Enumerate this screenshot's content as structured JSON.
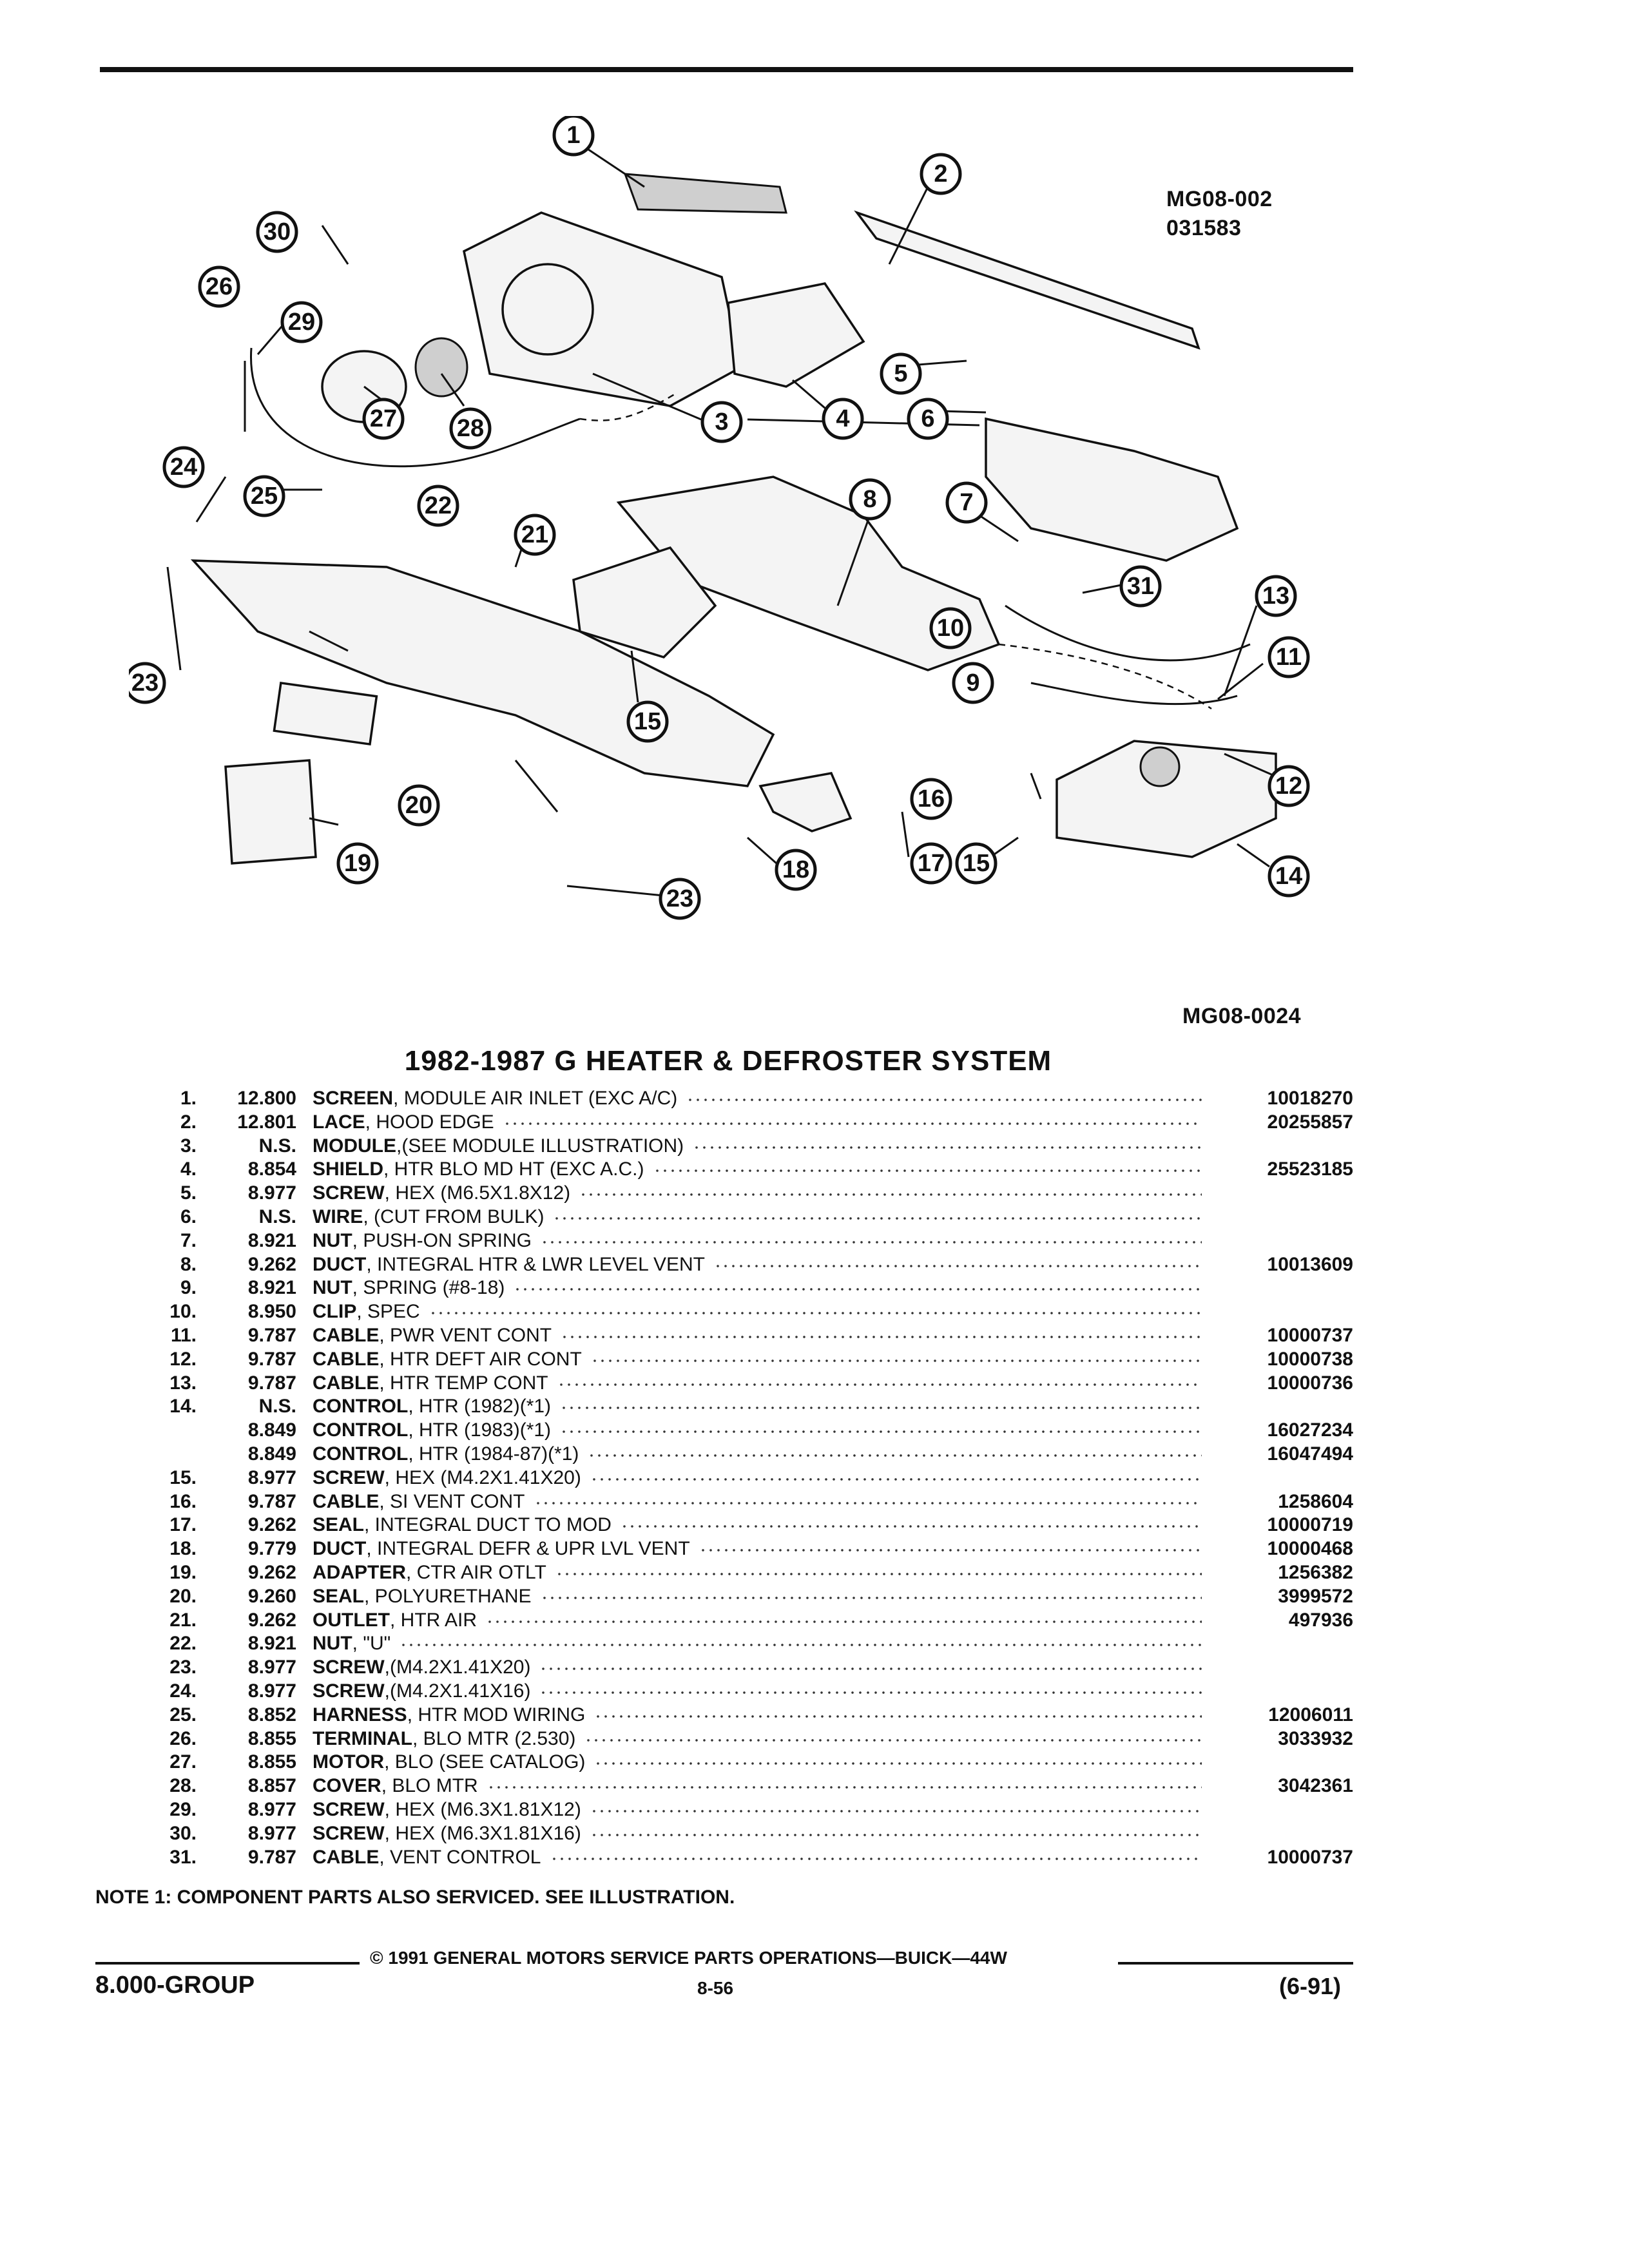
{
  "figure": {
    "id_top": "MG08-002",
    "id_top_date": "031583",
    "id_bottom": "MG08-0024",
    "callouts": [
      "1",
      "2",
      "3",
      "4",
      "5",
      "6",
      "7",
      "8",
      "9",
      "10",
      "11",
      "12",
      "13",
      "14",
      "15",
      "15",
      "16",
      "17",
      "18",
      "19",
      "20",
      "21",
      "22",
      "23",
      "23",
      "24",
      "25",
      "26",
      "27",
      "28",
      "29",
      "30",
      "31"
    ]
  },
  "title": "1982-1987 G HEATER & DEFROSTER SYSTEM",
  "parts": [
    {
      "num": "1.",
      "ref": "12.800",
      "name": "SCREEN",
      "desc": ", MODULE AIR INLET (EXC A/C)",
      "part": "10018270"
    },
    {
      "num": "2.",
      "ref": "12.801",
      "name": "LACE",
      "desc": ", HOOD EDGE",
      "part": "20255857"
    },
    {
      "num": "3.",
      "ref": "N.S.",
      "name": "MODULE",
      "desc": ",(SEE MODULE ILLUSTRATION)",
      "part": ""
    },
    {
      "num": "4.",
      "ref": "8.854",
      "name": "SHIELD",
      "desc": ", HTR BLO MD HT (EXC A.C.)",
      "part": "25523185"
    },
    {
      "num": "5.",
      "ref": "8.977",
      "name": "SCREW",
      "desc": ", HEX (M6.5X1.8X12)",
      "part": ""
    },
    {
      "num": "6.",
      "ref": "N.S.",
      "name": "WIRE",
      "desc": ", (CUT FROM BULK)",
      "part": ""
    },
    {
      "num": "7.",
      "ref": "8.921",
      "name": "NUT",
      "desc": ", PUSH-ON SPRING",
      "part": ""
    },
    {
      "num": "8.",
      "ref": "9.262",
      "name": "DUCT",
      "desc": ", INTEGRAL HTR & LWR LEVEL VENT",
      "part": "10013609"
    },
    {
      "num": "9.",
      "ref": "8.921",
      "name": "NUT",
      "desc": ", SPRING (#8-18)",
      "part": ""
    },
    {
      "num": "10.",
      "ref": "8.950",
      "name": "CLIP",
      "desc": ", SPEC",
      "part": ""
    },
    {
      "num": "11.",
      "ref": "9.787",
      "name": "CABLE",
      "desc": ", PWR VENT CONT",
      "part": "10000737"
    },
    {
      "num": "12.",
      "ref": "9.787",
      "name": "CABLE",
      "desc": ", HTR DEFT AIR CONT",
      "part": "10000738"
    },
    {
      "num": "13.",
      "ref": "9.787",
      "name": "CABLE",
      "desc": ", HTR TEMP CONT",
      "part": "10000736"
    },
    {
      "num": "14.",
      "ref": "N.S.",
      "name": "CONTROL",
      "desc": ", HTR (1982)(*1)",
      "part": ""
    },
    {
      "num": "",
      "ref": "8.849",
      "name": "CONTROL",
      "desc": ", HTR (1983)(*1)",
      "part": "16027234"
    },
    {
      "num": "",
      "ref": "8.849",
      "name": "CONTROL",
      "desc": ", HTR (1984-87)(*1)",
      "part": "16047494"
    },
    {
      "num": "15.",
      "ref": "8.977",
      "name": "SCREW",
      "desc": ", HEX (M4.2X1.41X20)",
      "part": ""
    },
    {
      "num": "16.",
      "ref": "9.787",
      "name": "CABLE",
      "desc": ", SI VENT CONT",
      "part": "1258604"
    },
    {
      "num": "17.",
      "ref": "9.262",
      "name": "SEAL",
      "desc": ", INTEGRAL DUCT TO MOD",
      "part": "10000719"
    },
    {
      "num": "18.",
      "ref": "9.779",
      "name": "DUCT",
      "desc": ", INTEGRAL DEFR & UPR LVL VENT",
      "part": "10000468"
    },
    {
      "num": "19.",
      "ref": "9.262",
      "name": "ADAPTER",
      "desc": ", CTR AIR OTLT",
      "part": "1256382"
    },
    {
      "num": "20.",
      "ref": "9.260",
      "name": "SEAL",
      "desc": ", POLYURETHANE",
      "part": "3999572"
    },
    {
      "num": "21.",
      "ref": "9.262",
      "name": "OUTLET",
      "desc": ", HTR AIR",
      "part": "497936"
    },
    {
      "num": "22.",
      "ref": "8.921",
      "name": "NUT",
      "desc": ", \"U\"",
      "part": ""
    },
    {
      "num": "23.",
      "ref": "8.977",
      "name": "SCREW",
      "desc": ",(M4.2X1.41X20)",
      "part": ""
    },
    {
      "num": "24.",
      "ref": "8.977",
      "name": "SCREW",
      "desc": ",(M4.2X1.41X16)",
      "part": ""
    },
    {
      "num": "25.",
      "ref": "8.852",
      "name": "HARNESS",
      "desc": ", HTR MOD WIRING",
      "part": "12006011"
    },
    {
      "num": "26.",
      "ref": "8.855",
      "name": "TERMINAL",
      "desc": ", BLO MTR (2.530)",
      "part": "3033932"
    },
    {
      "num": "27.",
      "ref": "8.855",
      "name": "MOTOR",
      "desc": ", BLO (SEE CATALOG)",
      "part": ""
    },
    {
      "num": "28.",
      "ref": "8.857",
      "name": "COVER",
      "desc": ", BLO MTR",
      "part": "3042361"
    },
    {
      "num": "29.",
      "ref": "8.977",
      "name": "SCREW",
      "desc": ", HEX (M6.3X1.81X12)",
      "part": ""
    },
    {
      "num": "30.",
      "ref": "8.977",
      "name": "SCREW",
      "desc": ", HEX (M6.3X1.81X16)",
      "part": ""
    },
    {
      "num": "31.",
      "ref": "9.787",
      "name": "CABLE",
      "desc": ", VENT CONTROL",
      "part": "10000737"
    }
  ],
  "note": "NOTE 1: COMPONENT PARTS ALSO SERVICED. SEE ILLUSTRATION.",
  "footer": {
    "copyright": "© 1991 GENERAL MOTORS SERVICE PARTS OPERATIONS—BUICK—44W",
    "group": "8.000-GROUP",
    "page": "8-56",
    "date": "(6-91)"
  }
}
